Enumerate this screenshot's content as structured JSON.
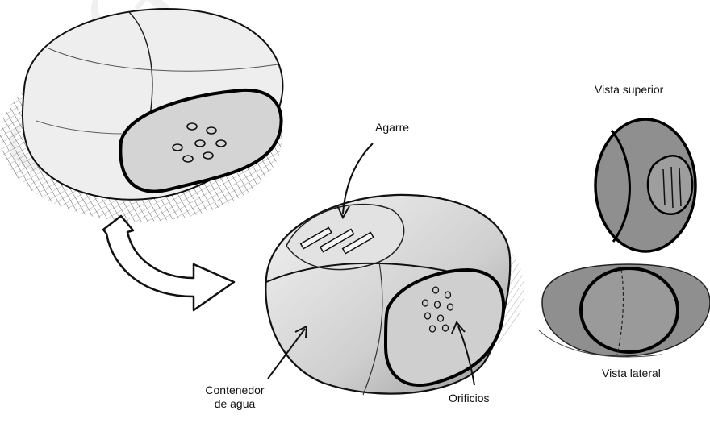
{
  "labels": {
    "agarre": "Agarre",
    "contenedor_line1": "Contenedor",
    "contenedor_line2": "de agua",
    "orificios": "Orificios",
    "vista_superior": "Vista superior",
    "vista_lateral": "Vista lateral"
  },
  "watermark": "on General d",
  "colors": {
    "ink": "#111111",
    "shade": "#8a8a8a",
    "light_shade": "#c8c8c8",
    "paper": "#ffffff"
  }
}
